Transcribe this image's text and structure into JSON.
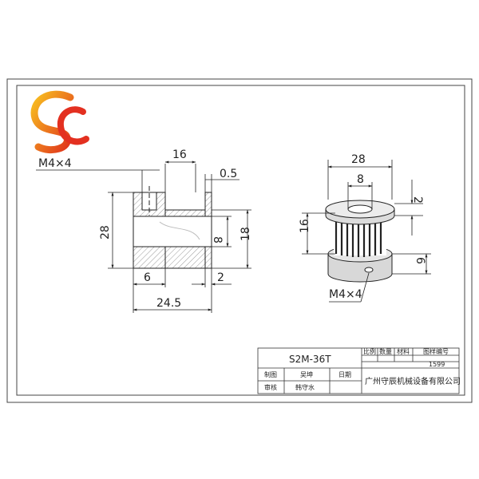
{
  "drawing": {
    "logo_text": "SC",
    "left_view": {
      "thread_label": "M4×4",
      "dim_16": "16",
      "dim_0_5": "0.5",
      "dim_28": "28",
      "dim_8": "8",
      "dim_18": "18",
      "dim_6": "6",
      "dim_2": "2",
      "dim_24_5": "24.5"
    },
    "right_view": {
      "dim_28": "28",
      "dim_8": "8",
      "dim_2": "2",
      "dim_16": "16",
      "dim_6": "6",
      "thread_label": "M4×4"
    },
    "title_block": {
      "part_name": "S2M-36T",
      "scale_label": "比例",
      "qty_label": "数量",
      "material_label": "材料",
      "drawing_no_label": "图样编号",
      "drawing_no": "1599",
      "drawn_label": "制图",
      "drawn_by": "吴坤",
      "date_label": "日期",
      "checked_label": "审核",
      "checked_by": "韩守水",
      "company": "广州守辰机械设备有限公司"
    },
    "colors": {
      "line": "#222222",
      "hatch": "#bbbbbb",
      "logo_orange": "#f29a1c",
      "logo_red": "#d9281f"
    }
  }
}
